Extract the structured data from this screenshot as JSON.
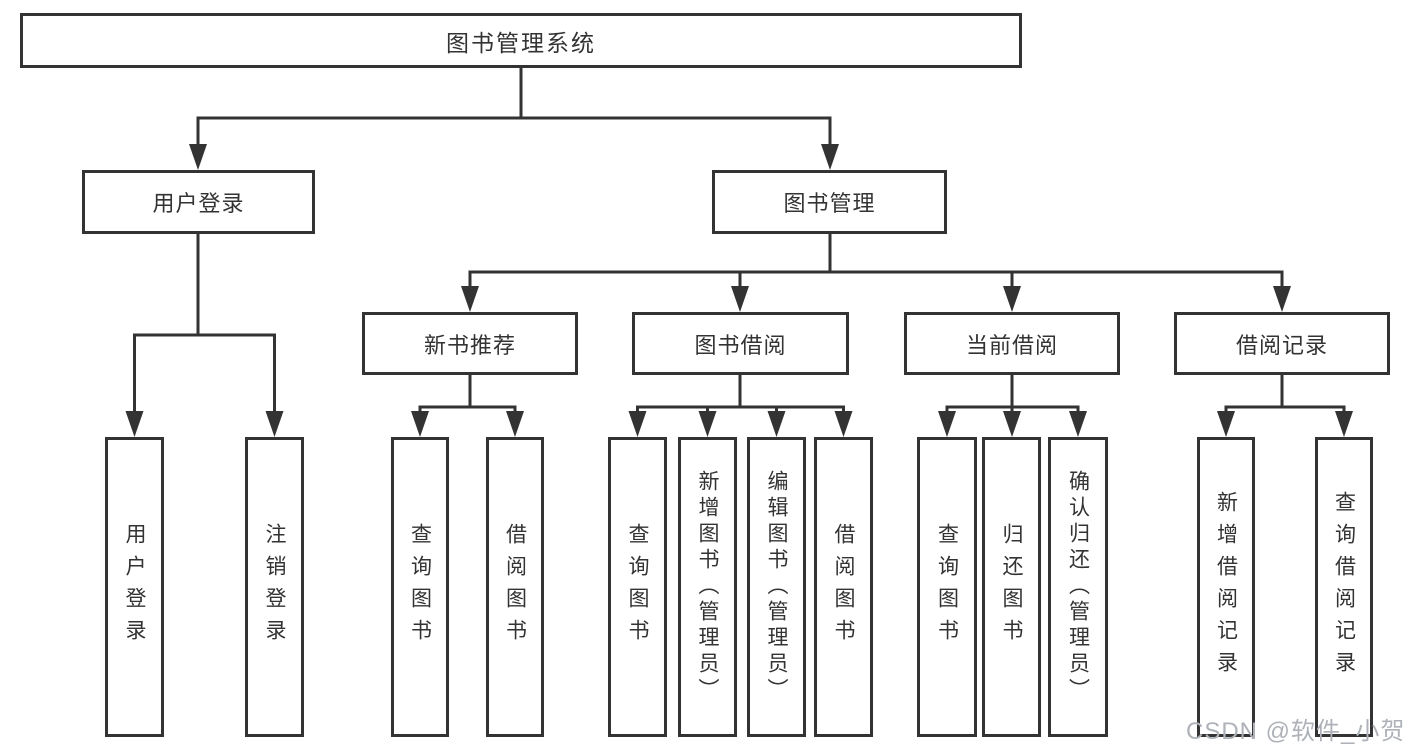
{
  "diagram": {
    "root": {
      "label": "图书管理系统"
    },
    "level2": [
      {
        "label": "用户登录"
      },
      {
        "label": "图书管理"
      }
    ],
    "level3": [
      {
        "label": "新书推荐"
      },
      {
        "label": "图书借阅"
      },
      {
        "label": "当前借阅"
      },
      {
        "label": "借阅记录"
      }
    ],
    "leaves": [
      {
        "label": "用户登录",
        "parent": "用户登录"
      },
      {
        "label": "注销登录",
        "parent": "用户登录"
      },
      {
        "label": "查询图书",
        "parent": "新书推荐"
      },
      {
        "label": "借阅图书",
        "parent": "新书推荐"
      },
      {
        "label": "查询图书",
        "parent": "图书借阅"
      },
      {
        "label": "新增图书（管理员）",
        "parent": "图书借阅"
      },
      {
        "label": "编辑图书（管理员）",
        "parent": "图书借阅"
      },
      {
        "label": "借阅图书",
        "parent": "图书借阅"
      },
      {
        "label": "查询图书",
        "parent": "当前借阅"
      },
      {
        "label": "归还图书",
        "parent": "当前借阅"
      },
      {
        "label": "确认归还（管理员）",
        "parent": "当前借阅"
      },
      {
        "label": "新增借阅记录",
        "parent": "借阅记录"
      },
      {
        "label": "查询借阅记录",
        "parent": "借阅记录"
      }
    ]
  },
  "watermark": {
    "text": "CSDN @软件_小贺同学"
  },
  "colors": {
    "line": "#333333",
    "text": "#333333",
    "background": "#ffffff",
    "watermark": "#aeb2b8"
  }
}
